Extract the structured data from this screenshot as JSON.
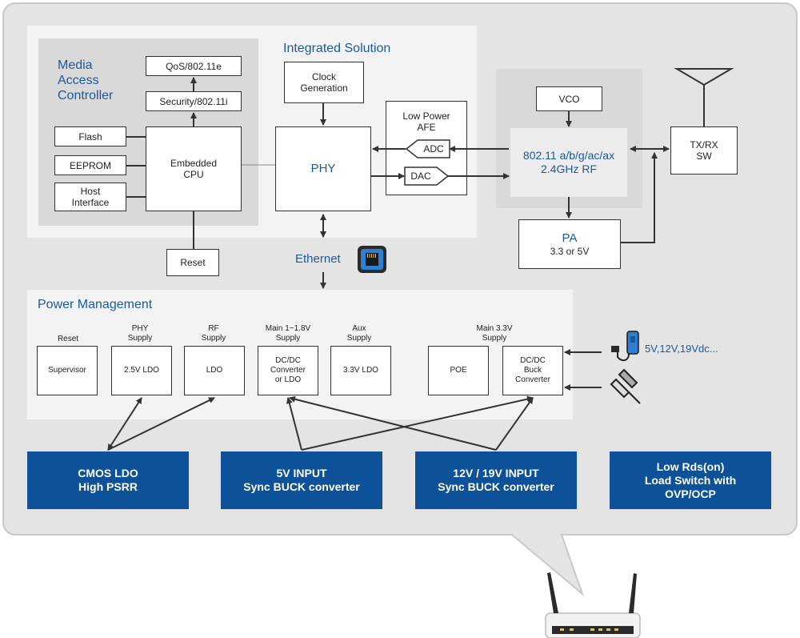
{
  "mac": {
    "title": "Media\nAccess\nController",
    "qos": "QoS/802.11e",
    "security": "Security/802.11i",
    "flash": "Flash",
    "eeprom": "EEPROM",
    "host": "Host\nInterface",
    "cpu": "Embedded\nCPU",
    "reset": "Reset"
  },
  "integrated": {
    "title": "Integrated Solution",
    "clock": "Clock\nGeneration",
    "phy": "PHY",
    "afe": "Low Power\nAFE",
    "adc": "ADC",
    "dac": "DAC"
  },
  "rf": {
    "vco": "VCO",
    "rf_label": "802.11 a/b/g/ac/ax\n2.4GHz RF",
    "txrx": "TX/RX\nSW",
    "pa_title": "PA",
    "pa_sub": "3.3 or 5V"
  },
  "ethernet": {
    "label": "Ethernet",
    "icon": "ethernet-port-icon"
  },
  "power": {
    "title": "Power Management",
    "labels": [
      "Reset",
      "PHY\nSupply",
      "RF\nSupply",
      "Main 1~1.8V\nSupply",
      "Aux\nSupply",
      "Main 3.3V\nSupply"
    ],
    "boxes": [
      "Supervisor",
      "2.5V LDO",
      "LDO",
      "DC/DC\nConverter\nor LDO",
      "3.3V LDO",
      "POE",
      "DC/DC\nBuck\nConverter"
    ],
    "input_label": "5V,12V,19Vdc..."
  },
  "products": [
    "CMOS LDO\nHigh PSRR",
    "5V INPUT\nSync BUCK converter",
    "12V / 19V INPUT\nSync BUCK converter",
    "Low Rds(on)\nLoad Switch with\nOVP/OCP"
  ],
  "colors": {
    "accent": "#1a5a9c",
    "product_blue": "#0d5199",
    "frame": "#e4e4e4"
  }
}
